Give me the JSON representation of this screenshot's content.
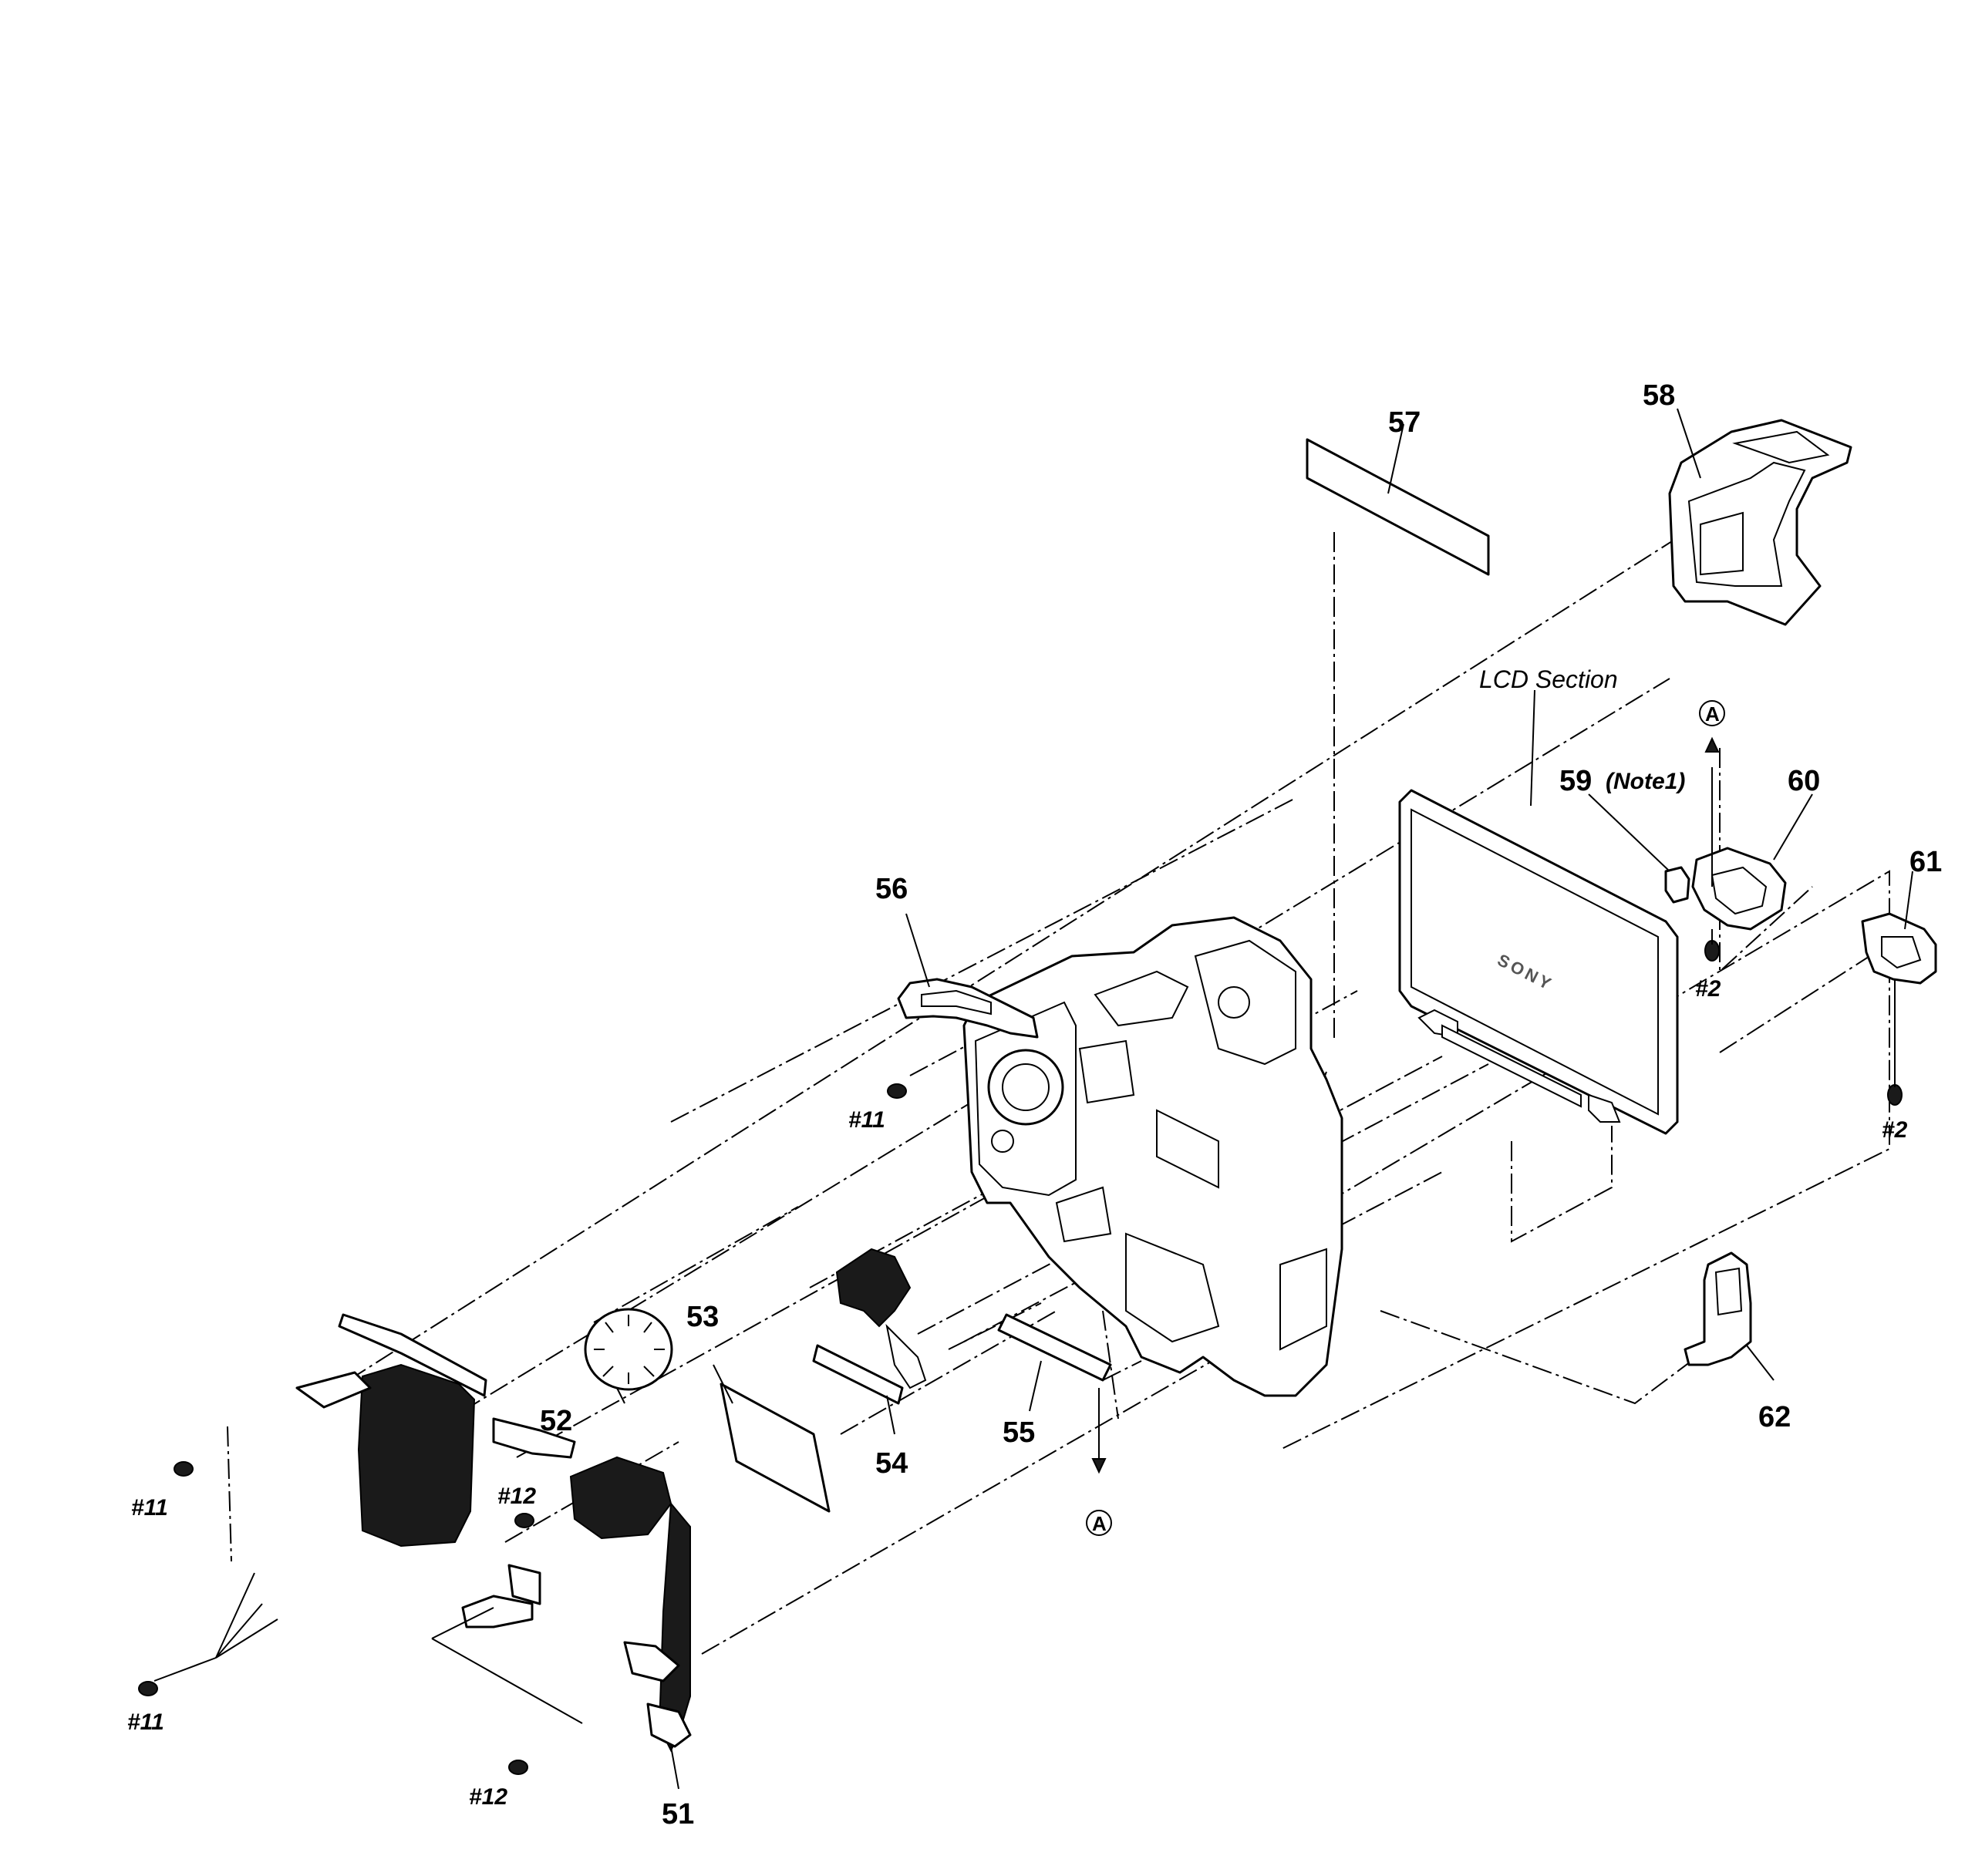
{
  "callouts": {
    "c51": "51",
    "c52": "52",
    "c53": "53",
    "c54": "54",
    "c55": "55",
    "c56": "56",
    "c57": "57",
    "c58": "58",
    "c59": "59",
    "c60": "60",
    "c61": "61",
    "c62": "62"
  },
  "notes": {
    "note1": "(Note1)"
  },
  "sections": {
    "lcd": "LCD Section"
  },
  "screws": {
    "s11": "#11",
    "s12": "#12",
    "s2": "#2"
  },
  "ref_marks": {
    "a": "A"
  },
  "lcd_logo": "SONY",
  "colors": {
    "ink": "#000000",
    "paper": "#ffffff"
  }
}
